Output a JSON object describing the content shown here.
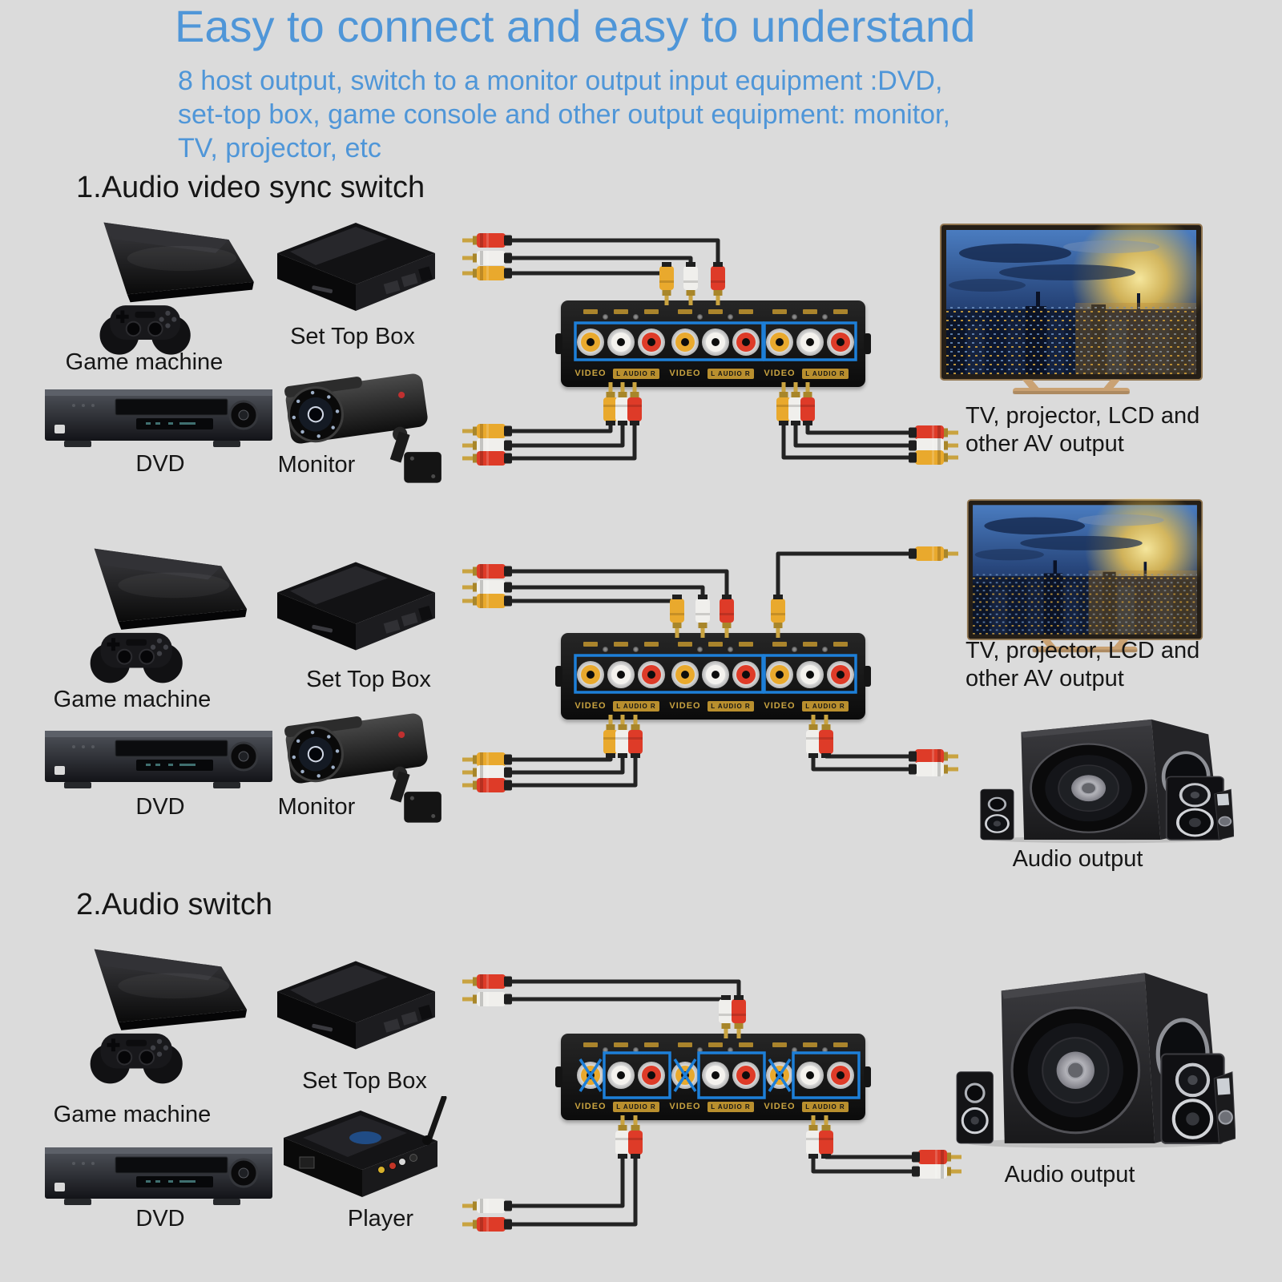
{
  "header": {
    "title": "Easy to connect and easy to understand",
    "subtitle_lines": [
      "8 host output, switch to a monitor output input equipment :DVD,",
      "set-top box, game console and other output equipment: monitor,",
      "TV, projector, etc"
    ]
  },
  "sections": {
    "s1_heading": "1.Audio video sync switch",
    "s2_heading": "2.Audio switch"
  },
  "switch": {
    "video_label": "VIDEO",
    "audio_label": "L AUDIO R"
  },
  "diagram1": {
    "labels": {
      "game": "Game machine",
      "stb": "Set Top Box",
      "dvd": "DVD",
      "monitor": "Monitor"
    },
    "output_caption_lines": [
      "TV, projector, LCD and",
      "other AV output"
    ]
  },
  "diagram2": {
    "labels": {
      "game": "Game machine",
      "stb": "Set Top Box",
      "dvd": "DVD",
      "monitor": "Monitor"
    },
    "output_caption_lines": [
      "TV, projector, LCD and",
      "other AV output"
    ],
    "audio_caption": "Audio output"
  },
  "diagram3": {
    "labels": {
      "game": "Game machine",
      "stb": "Set Top Box",
      "dvd": "DVD",
      "player": "Player"
    },
    "audio_caption": "Audio output"
  },
  "colors": {
    "bg": "#dbdbdb",
    "title_blue": "#4f96d8",
    "highlight_blue": "#1d7fd8",
    "rca_yellow": "#e9a92d",
    "rca_red": "#de3b28",
    "gold": "#c9a340"
  }
}
